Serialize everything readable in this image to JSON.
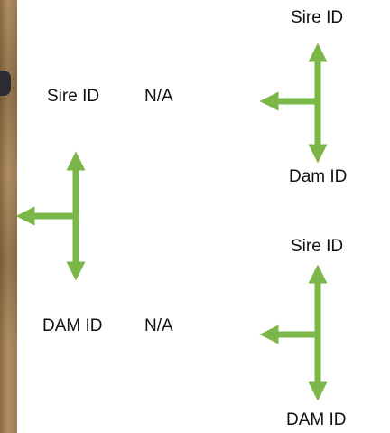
{
  "accent_color": "#7ab648",
  "labels": {
    "sire_top": "Sire ID",
    "dam_top": "Dam ID",
    "sire_mid": "Sire ID",
    "sire_mid_value": "N/A",
    "sire_bottom": "Sire ID",
    "dam_mid": "DAM ID",
    "dam_mid_value": "N/A",
    "dam_bottom": "DAM ID"
  }
}
